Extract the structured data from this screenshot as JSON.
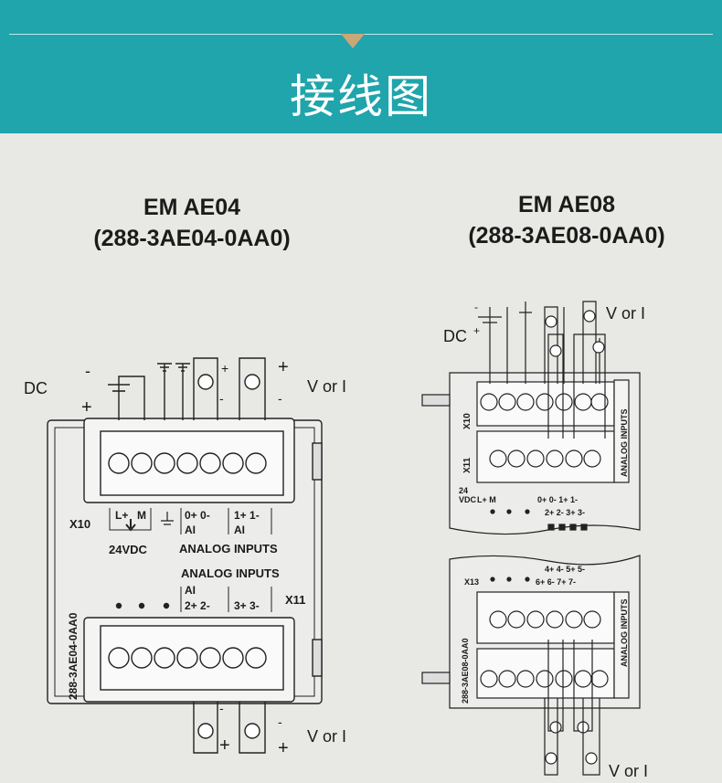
{
  "header": {
    "title": "接线图",
    "accent_color": "#1fa5ab",
    "arrow_color": "#c8a779"
  },
  "modules": [
    {
      "name": "EM AE04",
      "part_number": "(288-3AE04-0AA0)",
      "labels": {
        "dc": "DC",
        "minus": "-",
        "plus": "+",
        "v_or_i": "V or I",
        "x10": "X10",
        "x11": "X11",
        "l_plus": "L+",
        "m": "M",
        "vdc": "24VDC",
        "ai_0": "0+  0-",
        "ai_1": "1+  1-",
        "ai": "AI",
        "analog_inputs_top": "ANALOG  INPUTS",
        "analog_inputs_bottom": "ANALOG INPUTS",
        "ai_2": "2+  2-",
        "ai_3": "3+  3-",
        "side_part": "288-3AE04-0AA0"
      }
    },
    {
      "name": "EM AE08",
      "part_number": "(288-3AE08-0AA0)",
      "labels": {
        "dc": "DC",
        "plus": "+",
        "minus": "-",
        "v_or_i": "V  or  I",
        "x10": "X10",
        "x11": "X11",
        "x13": "X13",
        "vdc_24": "24",
        "vdc": "VDC",
        "l_plus_m": "L+  M",
        "row_0_1": "0+  0-   1+  1-",
        "row_2_3": "2+  2-   3+  3-",
        "row_4_5": "4+  4-   5+  5-",
        "row_6_7": "6+  6-   7+  7-",
        "analog_inputs": "ANALOG INPUTS",
        "side_part": "288-3AE08-0AA0"
      }
    }
  ]
}
